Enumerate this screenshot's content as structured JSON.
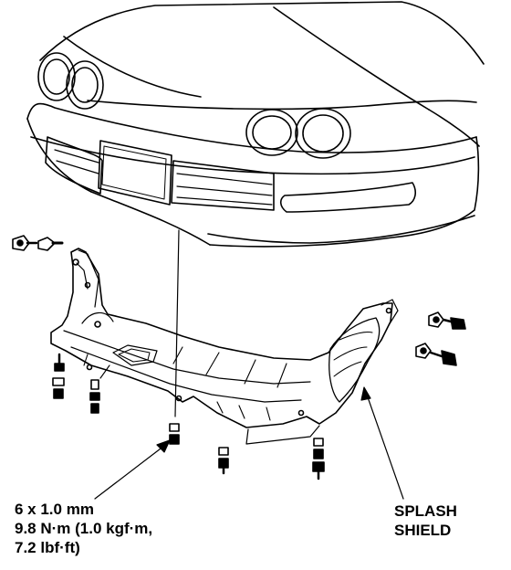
{
  "fastener_spec": {
    "size": "6 x 1.0 mm",
    "torque_line1": "9.8 N·m (1.0 kgf·m,",
    "torque_line2": "7.2 lbf·ft)"
  },
  "part_label": {
    "line1": "SPLASH",
    "line2": "SHIELD"
  },
  "colors": {
    "ink": "#000000",
    "paper": "#ffffff"
  }
}
